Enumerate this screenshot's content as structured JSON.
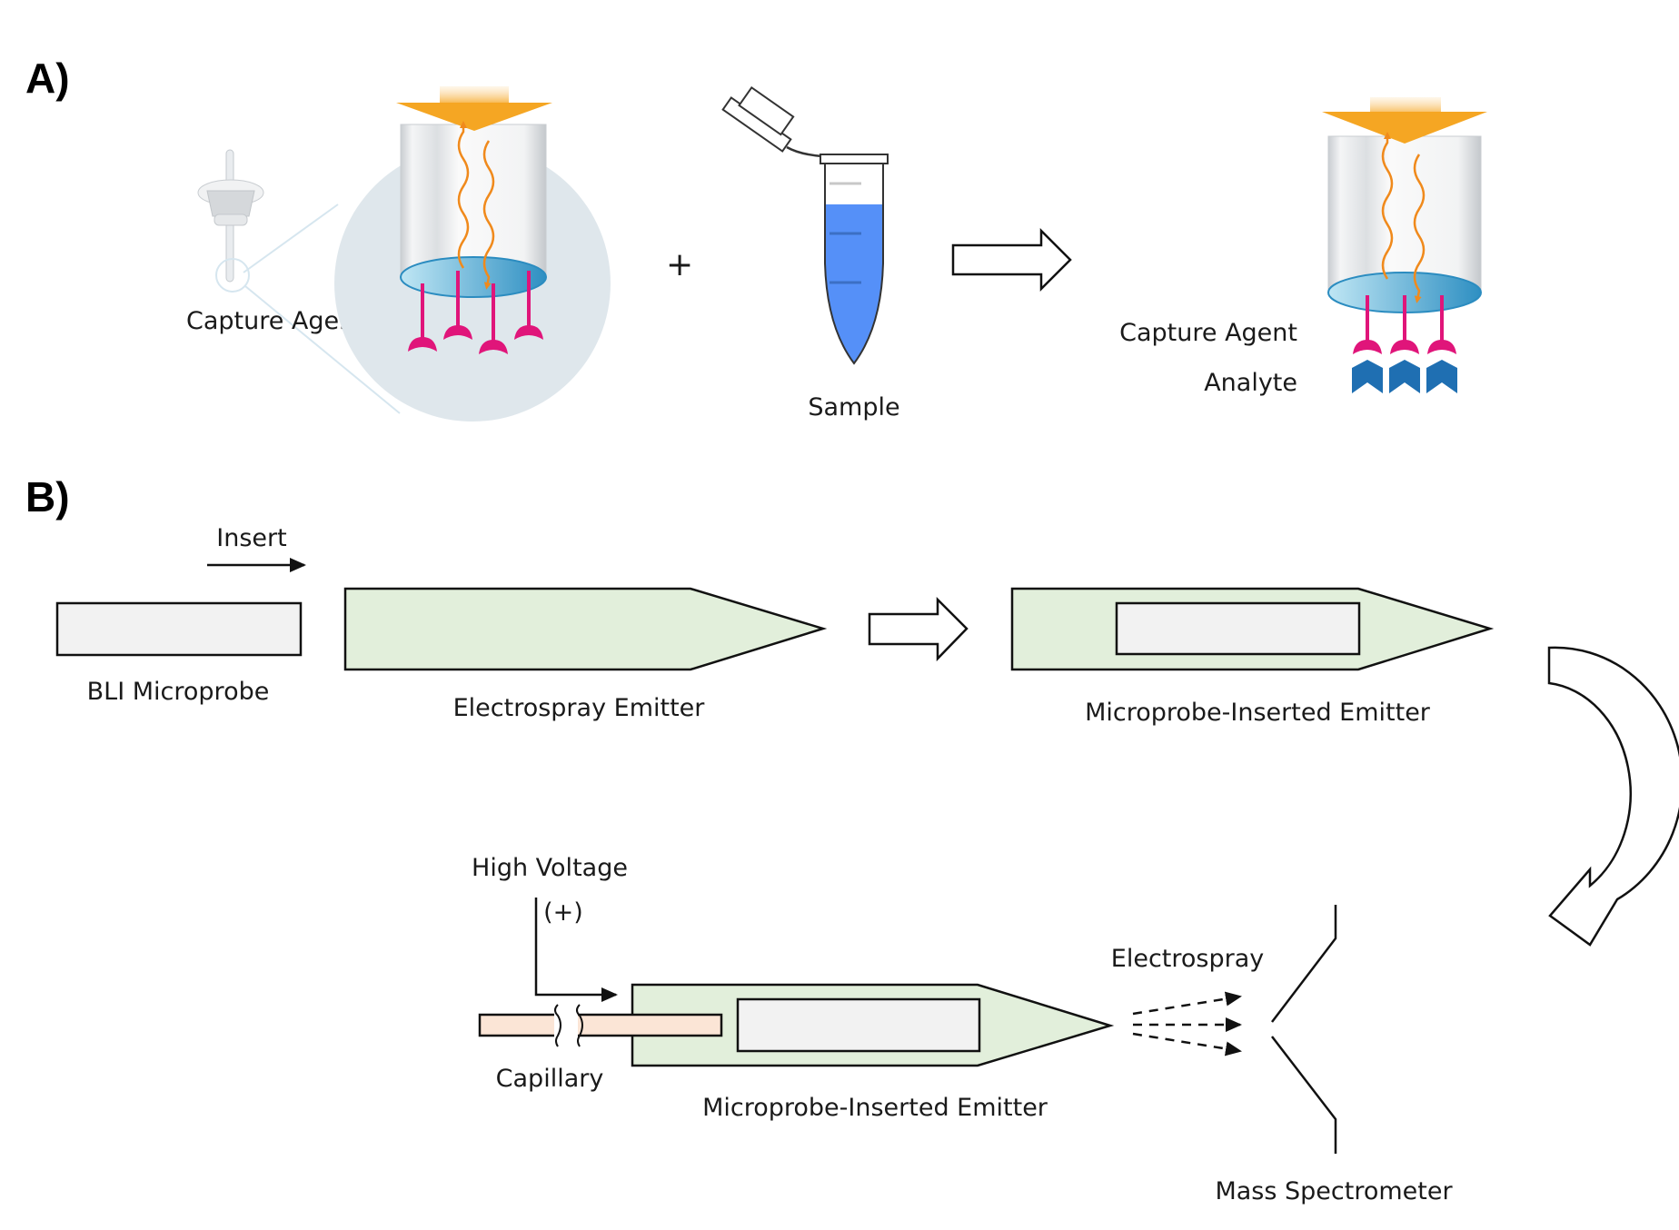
{
  "panels": {
    "a": {
      "label": "A)"
    },
    "b": {
      "label": "B)"
    }
  },
  "panel_a": {
    "capture_agent_label": "Capture Agent",
    "plus_sign": "+",
    "sample_label": "Sample",
    "result_capture_agent_label": "Capture Agent",
    "result_analyte_label": "Analyte",
    "icons": [
      "biosensor-tip-icon",
      "magnified-probe-icon",
      "light-arrow-icon",
      "microcentrifuge-tube-icon",
      "block-arrow-icon",
      "capture-agent-icon",
      "analyte-icon"
    ],
    "colors": {
      "light_arrow": "#f5a623",
      "wave": "#f08a1c",
      "capture_agent": "#e0157a",
      "analyte": "#1f6fb2",
      "disk": "#4fb3dc",
      "sample_liquid": "#5590f8",
      "magnifier_bg": "#dfe7ec"
    }
  },
  "panel_b": {
    "insert_label": "Insert",
    "bli_microprobe_label": "BLI Microprobe",
    "electrospray_emitter_label": "Electrospray Emitter",
    "inserted_emitter_label_top": "Microprobe-Inserted Emitter",
    "high_voltage_label": "High Voltage",
    "polarity_label": "(+)",
    "capillary_label": "Capillary",
    "inserted_emitter_label_bottom": "Microprobe-Inserted Emitter",
    "electrospray_label": "Electrospray",
    "mass_spectrometer_label": "Mass Spectrometer",
    "colors": {
      "emitter_fill": "#e2efdb",
      "probe_fill": "#f2f2f2",
      "capillary_fill": "#fbe5d6",
      "stroke": "#111111"
    }
  }
}
